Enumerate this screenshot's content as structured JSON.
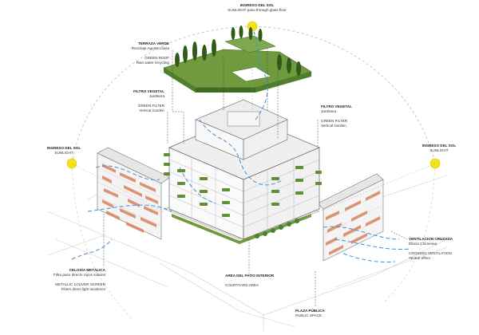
{
  "annotations": {
    "sun_top": {
      "title": "INGRESO DEL SOL",
      "lines": [
        "SUNLIGHT paso through glass floor"
      ]
    },
    "terraza": {
      "title": "TERRAZA VERDE",
      "lines": [
        "Reciclaje Agusta Lluvia",
        "",
        "GREEN ROOF",
        "Rain water recycling"
      ]
    },
    "filtro_left": {
      "title": "FILTRO VEGETAL",
      "lines": [
        "Jardinera",
        "",
        "GREEN FILTER",
        "Vertical Garden"
      ]
    },
    "filtro_right": {
      "title": "FILTRO VEGETAL",
      "lines": [
        "Jardinera",
        "",
        "GREEN FILTER",
        "Vertical Garden"
      ]
    },
    "sun_left": {
      "title": "INGRESO DEL SOL",
      "lines": [
        "SUNLIGHT"
      ]
    },
    "sun_right": {
      "title": "INGRESO DEL SOL",
      "lines": [
        "SUNLIGHT"
      ]
    },
    "ventilacion": {
      "title": "VENTILACION CRUZADA",
      "lines": [
        "Efecto Chimenea",
        "",
        "CROSSED VENTILATION",
        "Venturi effect"
      ]
    },
    "celosia": {
      "title": "CELOSÍA METÁLICA",
      "lines": [
        "Filtra paso directo rayos solares",
        "",
        "METALLIC LOUVER SCREEN",
        "Filters direct light incidence"
      ]
    },
    "patio": {
      "title": "AREA DEL PATIO INTERIOR",
      "lines": [
        "",
        "COURTYARD AREA"
      ]
    },
    "plaza": {
      "title": "PLAZA PÚBLICA",
      "lines": [
        "PUBLIC SPACE"
      ]
    }
  },
  "colors": {
    "sun": "#f2e31a",
    "roof_green": "#6f9a3e",
    "plant_green": "#5f8f34",
    "louver_orange": "#d9825a",
    "air_blue": "#3b8fd9",
    "line_gray": "#9a9a9a",
    "ink": "#333333"
  },
  "icons": [
    "sun-icon",
    "tree-icon",
    "wind-arrow-icon"
  ]
}
